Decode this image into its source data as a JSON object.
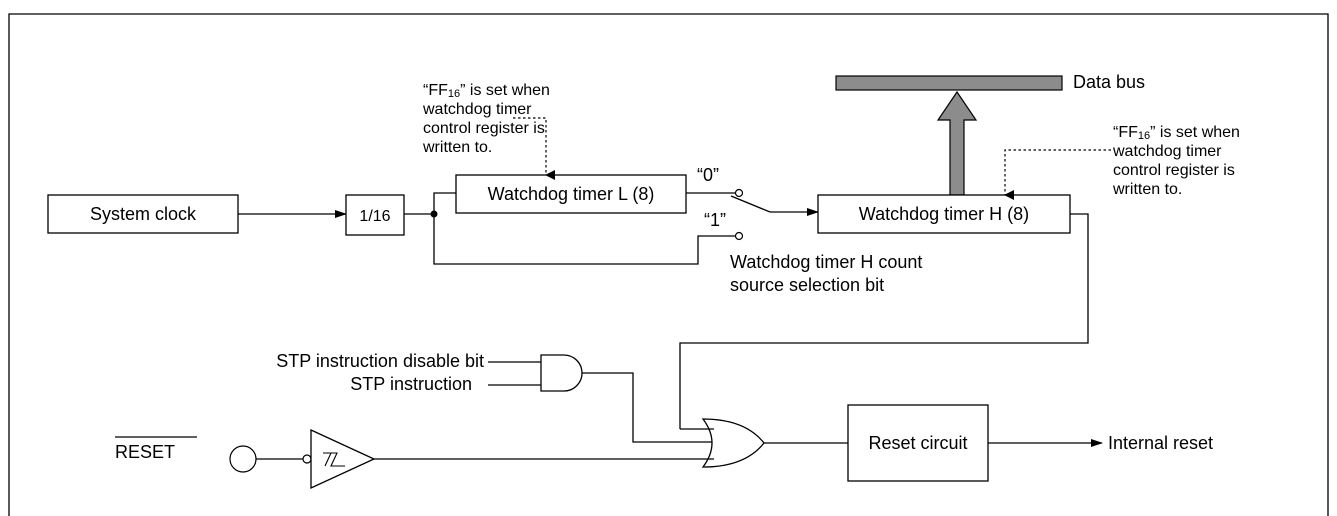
{
  "labels": {
    "system_clock": "System clock",
    "divider": "1/16",
    "wdt_l": "Watchdog timer L (8)",
    "wdt_h": "Watchdog timer H (8)",
    "data_bus": "Data bus",
    "sel_0": "“0”",
    "sel_1": "“1”",
    "count_source_line1": "Watchdog timer H count",
    "count_source_line2": "source selection bit",
    "note_l": {
      "line1_pre": "“FF",
      "line1_sub": "16",
      "line1_post": "” is set when",
      "line2": "watchdog timer",
      "line3": "control register is",
      "line4": "written to."
    },
    "note_h": {
      "line1_pre": "“FF",
      "line1_sub": "16",
      "line1_post": "” is set when",
      "line2": "watchdog timer",
      "line3": "control register is",
      "line4": "written to."
    },
    "stp_disable": "STP instruction disable bit",
    "stp_instruction": "STP instruction",
    "reset_pin": "RESET",
    "reset_circuit": "Reset circuit",
    "internal_reset": "Internal reset"
  }
}
